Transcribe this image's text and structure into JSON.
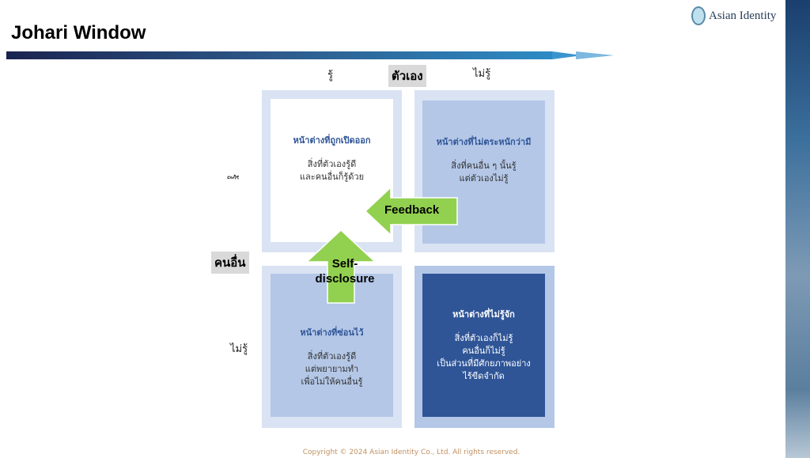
{
  "header": {
    "title": "Johari Window",
    "logo_text": "Asian Identity"
  },
  "axes": {
    "self_label": "ตัวเอง",
    "self_known": "รู้",
    "self_unknown": "ไม่รู้",
    "others_label": "คนอื่น",
    "others_known": "รู้",
    "others_unknown": "ไม่รู้"
  },
  "quadrants": [
    {
      "title": "หน้าต่างที่ถูกเปิดออก",
      "lines": [
        "สิ่งที่ตัวเองรู้ดี",
        "และคนอื่นก็รู้ด้วย"
      ]
    },
    {
      "title": "หน้าต่างที่ไม่ตระหนักว่ามี",
      "lines": [
        "สิ่งที่คนอื่น ๆ นั้นรู้",
        "แต่ตัวเองไม่รู้"
      ]
    },
    {
      "title": "หน้าต่างที่ซ่อนไว้",
      "lines": [
        "สิ่งที่ตัวเองรู้ดี",
        "แต่พยายามทำ",
        "เพื่อไม่ให้คนอื่นรู้"
      ]
    },
    {
      "title": "หน้าต่างที่ไม่รู้จัก",
      "lines": [
        "สิ่งที่ตัวเองก็ไม่รู้",
        "คนอื่นก็ไม่รู้",
        "เป็นส่วนที่มีศักยภาพอย่าง",
        "ไร้ขีดจำกัด"
      ]
    }
  ],
  "arrows": {
    "feedback": "Feedback",
    "self_disclosure_1": "Self-",
    "self_disclosure_2": "disclosure"
  },
  "footer": "Copyright © 2024 Asian Identity Co., Ltd. All rights reserved.",
  "colors": {
    "light": "#dae3f3",
    "mid": "#b4c7e7",
    "dark": "#2f5597",
    "green": "#92d050"
  }
}
